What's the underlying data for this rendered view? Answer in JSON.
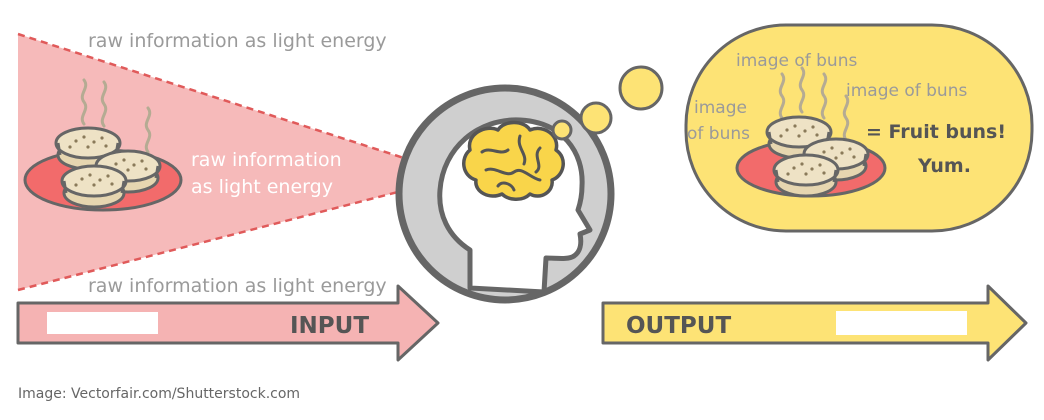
{
  "input_labels": {
    "top": "raw information as light energy",
    "middle_line1": "raw information",
    "middle_line2": "as light energy",
    "bottom": "raw information as light energy"
  },
  "input_arrow": {
    "label": "INPUT"
  },
  "output_arrow": {
    "label": "OUTPUT"
  },
  "thought": {
    "label1": "image of buns",
    "label2": "image of buns",
    "label3_line1": "image",
    "label3_line2": "of buns",
    "result_line1": "= Fruit buns!",
    "result_line2": "Yum."
  },
  "credit": "Image: Vectorfair.com/Shutterstock.com",
  "colors": {
    "input_pink": "#f5b3b3",
    "plate_red": "#f26b6b",
    "dash_red": "#e05a5a",
    "label_gray": "#9a9a9a",
    "output_yellow": "#fde375",
    "bubble_yellow": "#fde375",
    "head_gray": "#c8c8c8",
    "outline": "#666666",
    "brain_yellow": "#f9d54a",
    "bun_fill": "#eee2c5"
  }
}
